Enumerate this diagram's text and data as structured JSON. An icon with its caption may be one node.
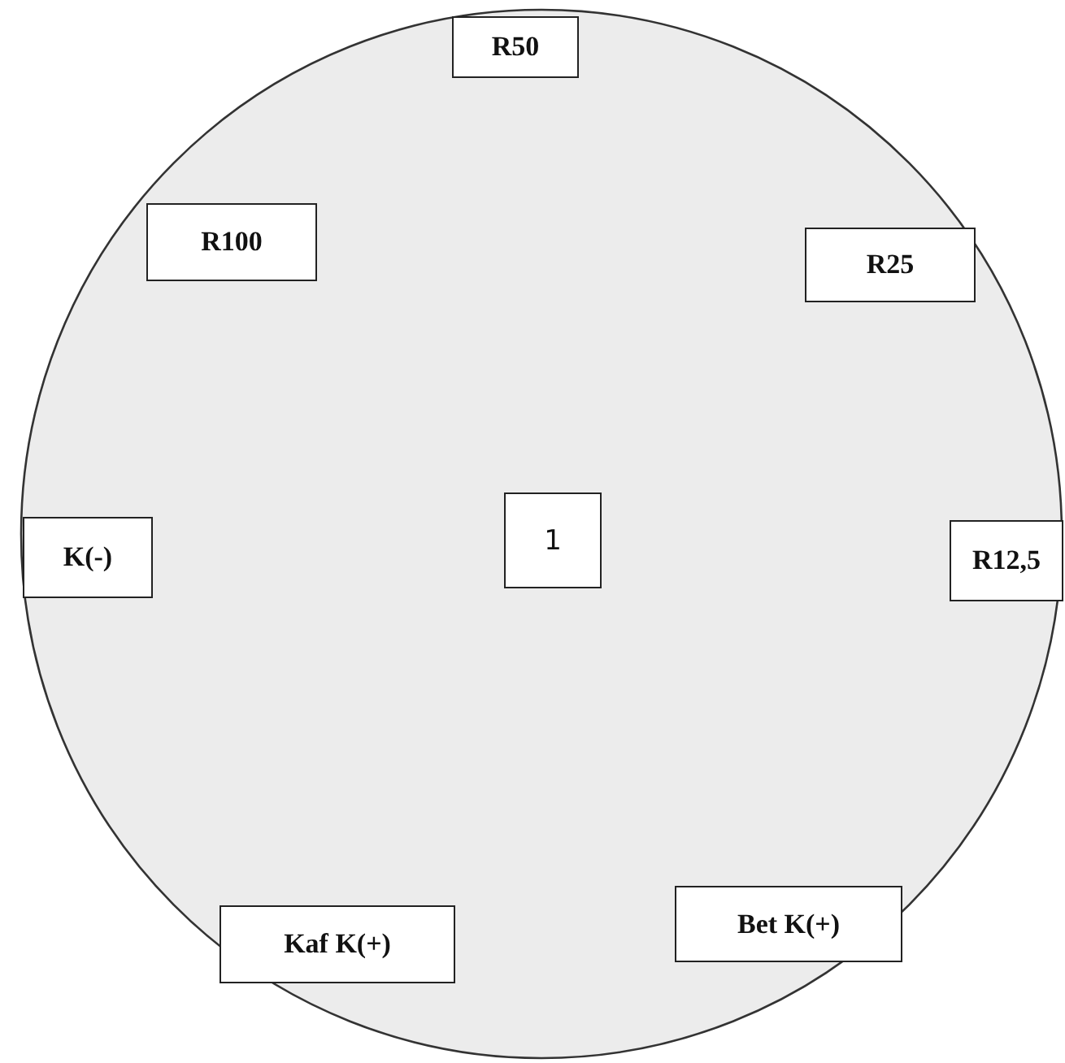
{
  "diagram": {
    "nodes": [
      {
        "text": [],
        "shape": "circle"
      },
      {
        "text": [
          "R50"
        ],
        "in": 0
      },
      {
        "text": [
          "R100"
        ],
        "in": 0
      },
      {
        "text": [
          "R25"
        ],
        "in": 0
      },
      {
        "text": [
          "K(-)"
        ],
        "in": 0
      },
      {
        "text": [
          "1"
        ],
        "in": 0
      },
      {
        "text": [
          "R12,5"
        ],
        "in": 0
      },
      {
        "text": [
          "Kaf K(+)"
        ],
        "in": 0
      },
      {
        "text": [
          "Bet K(+)"
        ],
        "in": 0
      }
    ],
    "edges": []
  }
}
